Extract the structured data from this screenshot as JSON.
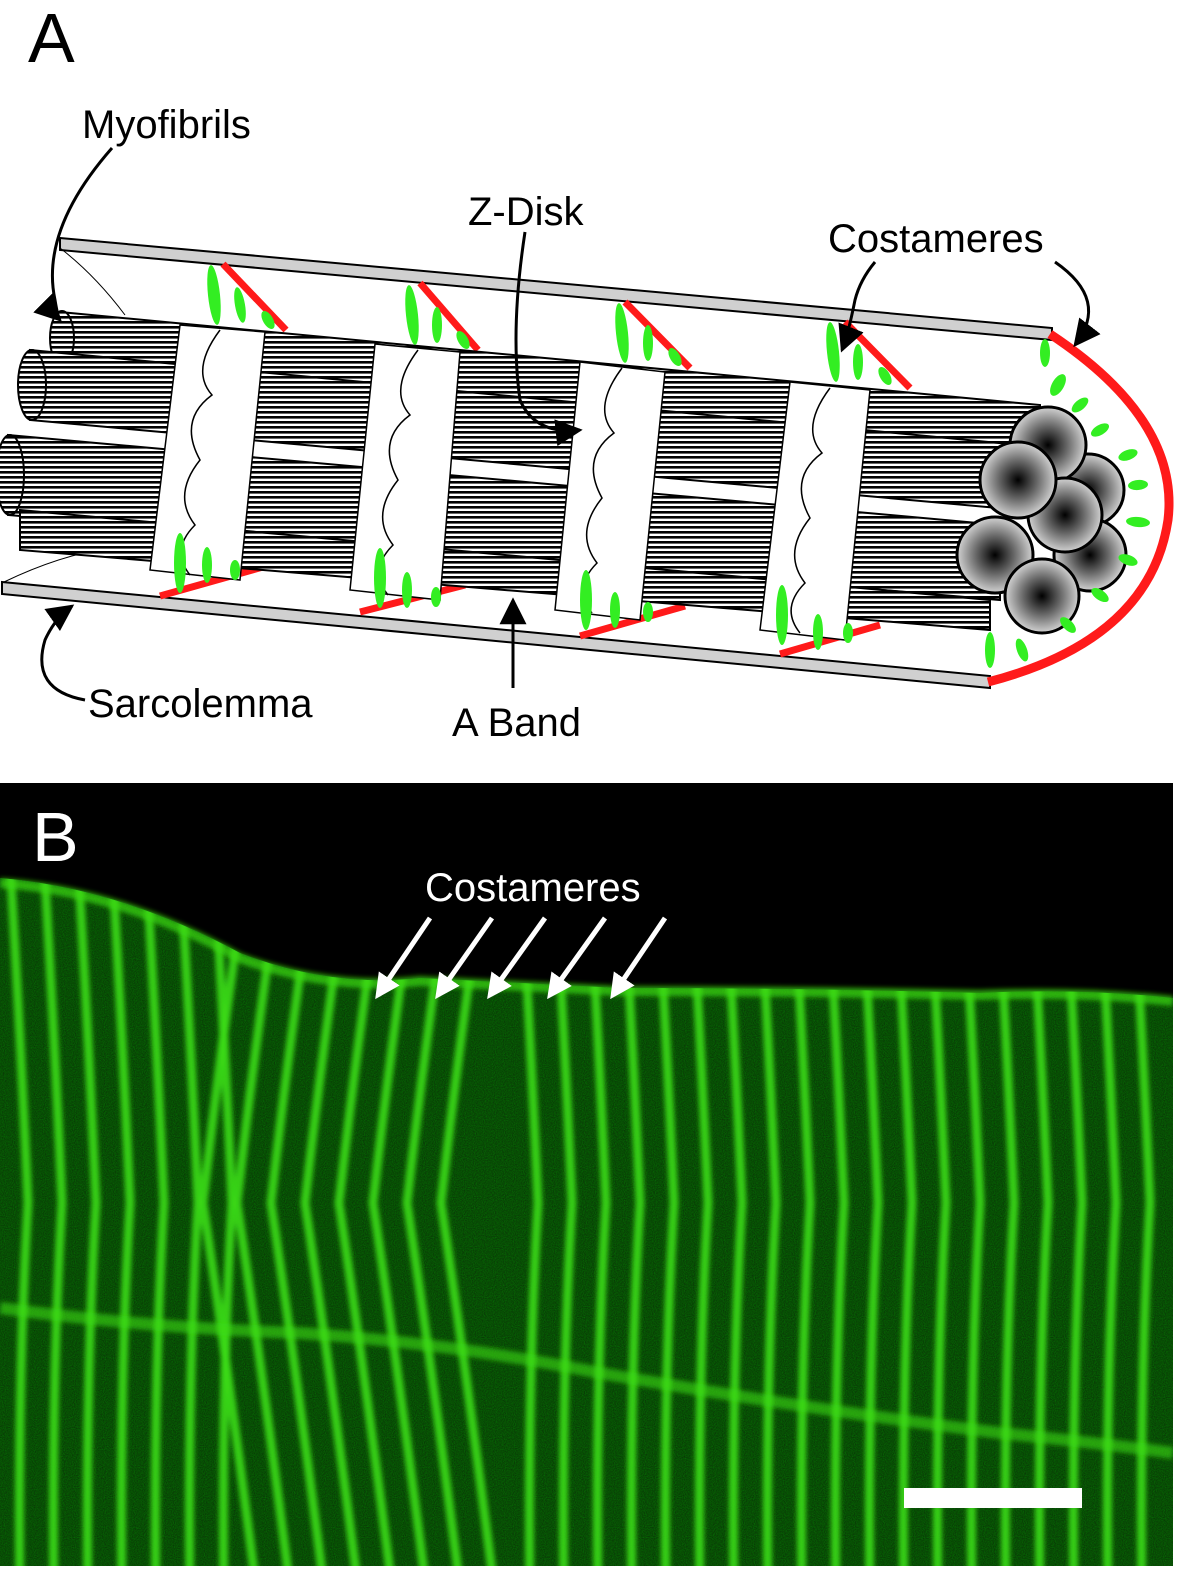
{
  "panel_a": {
    "letter": "A",
    "labels": {
      "myofibrils": "Myofibrils",
      "z_disk": "Z-Disk",
      "costameres": "Costameres",
      "sarcolemma": "Sarcolemma",
      "a_band": "A Band"
    }
  },
  "panel_b": {
    "letter": "B",
    "costameres_label": "Costameres",
    "image_type": "fluorescence micrograph, green striations on black background",
    "scale_bar": "white scale bar, unlabeled"
  },
  "colors": {
    "costamere_green": "#33ee22",
    "costamere_red": "#ff1a1a",
    "stain_green": "#3cdc14",
    "background_black": "#000000",
    "outline": "#000000"
  }
}
